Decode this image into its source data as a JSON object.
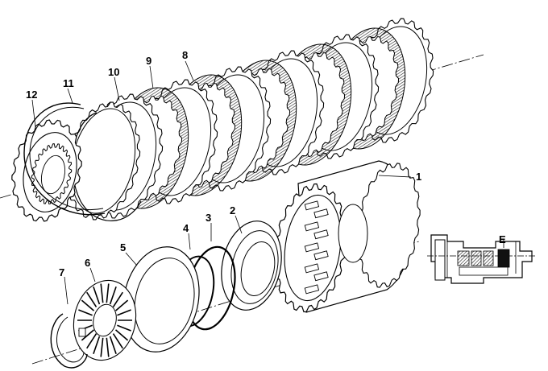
{
  "callouts": {
    "c1": "1",
    "c2": "2",
    "c3": "3",
    "c4": "4",
    "c5": "5",
    "c6": "6",
    "c7": "7",
    "c8": "8",
    "c9": "9",
    "c10": "10",
    "c11": "11",
    "c12": "12",
    "inset_letter": "E"
  },
  "colors": {
    "ink": "#000000",
    "paper": "#ffffff",
    "hatch": "#444444"
  }
}
